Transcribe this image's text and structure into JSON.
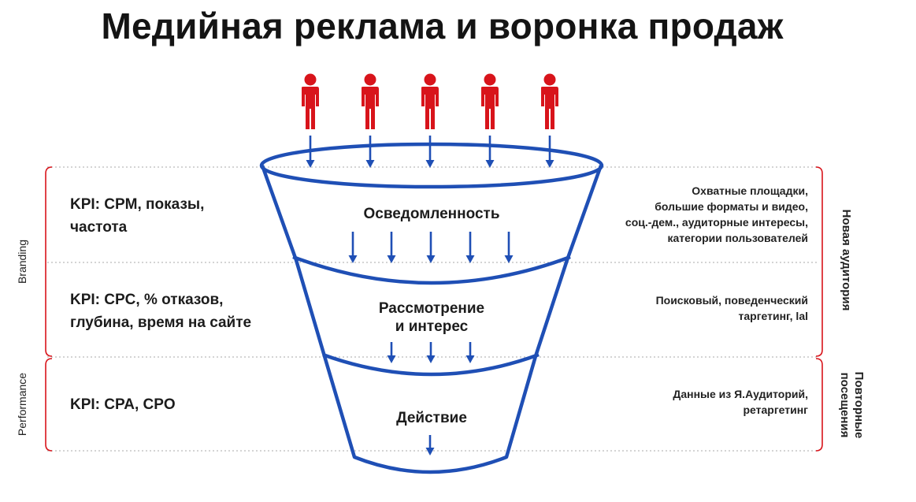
{
  "title": "Медийная реклама и воронка продаж",
  "stages": [
    {
      "label_lines": [
        "Осведомленность"
      ]
    },
    {
      "label_lines": [
        "Рассмотрение",
        "и интерес"
      ]
    },
    {
      "label_lines": [
        "Действие"
      ]
    }
  ],
  "kpis": [
    {
      "lines": [
        "KPI: CPM, показы,",
        "частота"
      ]
    },
    {
      "lines": [
        "KPI: CPC, % отказов,",
        "глубина, время на сайте"
      ]
    },
    {
      "lines": [
        "KPI: CPA, CPO"
      ]
    }
  ],
  "notes": [
    {
      "lines": [
        "Охватные площадки,",
        "большие форматы и видео,",
        "соц.-дем., аудиторные интересы,",
        "категории пользователей"
      ]
    },
    {
      "lines": [
        "Поисковый, поведенческий",
        "таргетинг, lal"
      ]
    },
    {
      "lines": [
        "Данные из Я.Аудиторий,",
        "ретаргетинг"
      ]
    }
  ],
  "left_groups": {
    "branding": "Branding",
    "performance": "Performance"
  },
  "right_groups": {
    "new_audience": "Новая аудитория",
    "repeat_visits_lines": [
      "Повторные",
      "посещения"
    ]
  },
  "colors": {
    "funnel": "#1f4fb5",
    "person": "#d8141b",
    "bracket": "#d8141b",
    "divider": "#bbbbbb"
  },
  "icons": {
    "person": "person-icon",
    "arrow": "arrow-down-icon"
  }
}
